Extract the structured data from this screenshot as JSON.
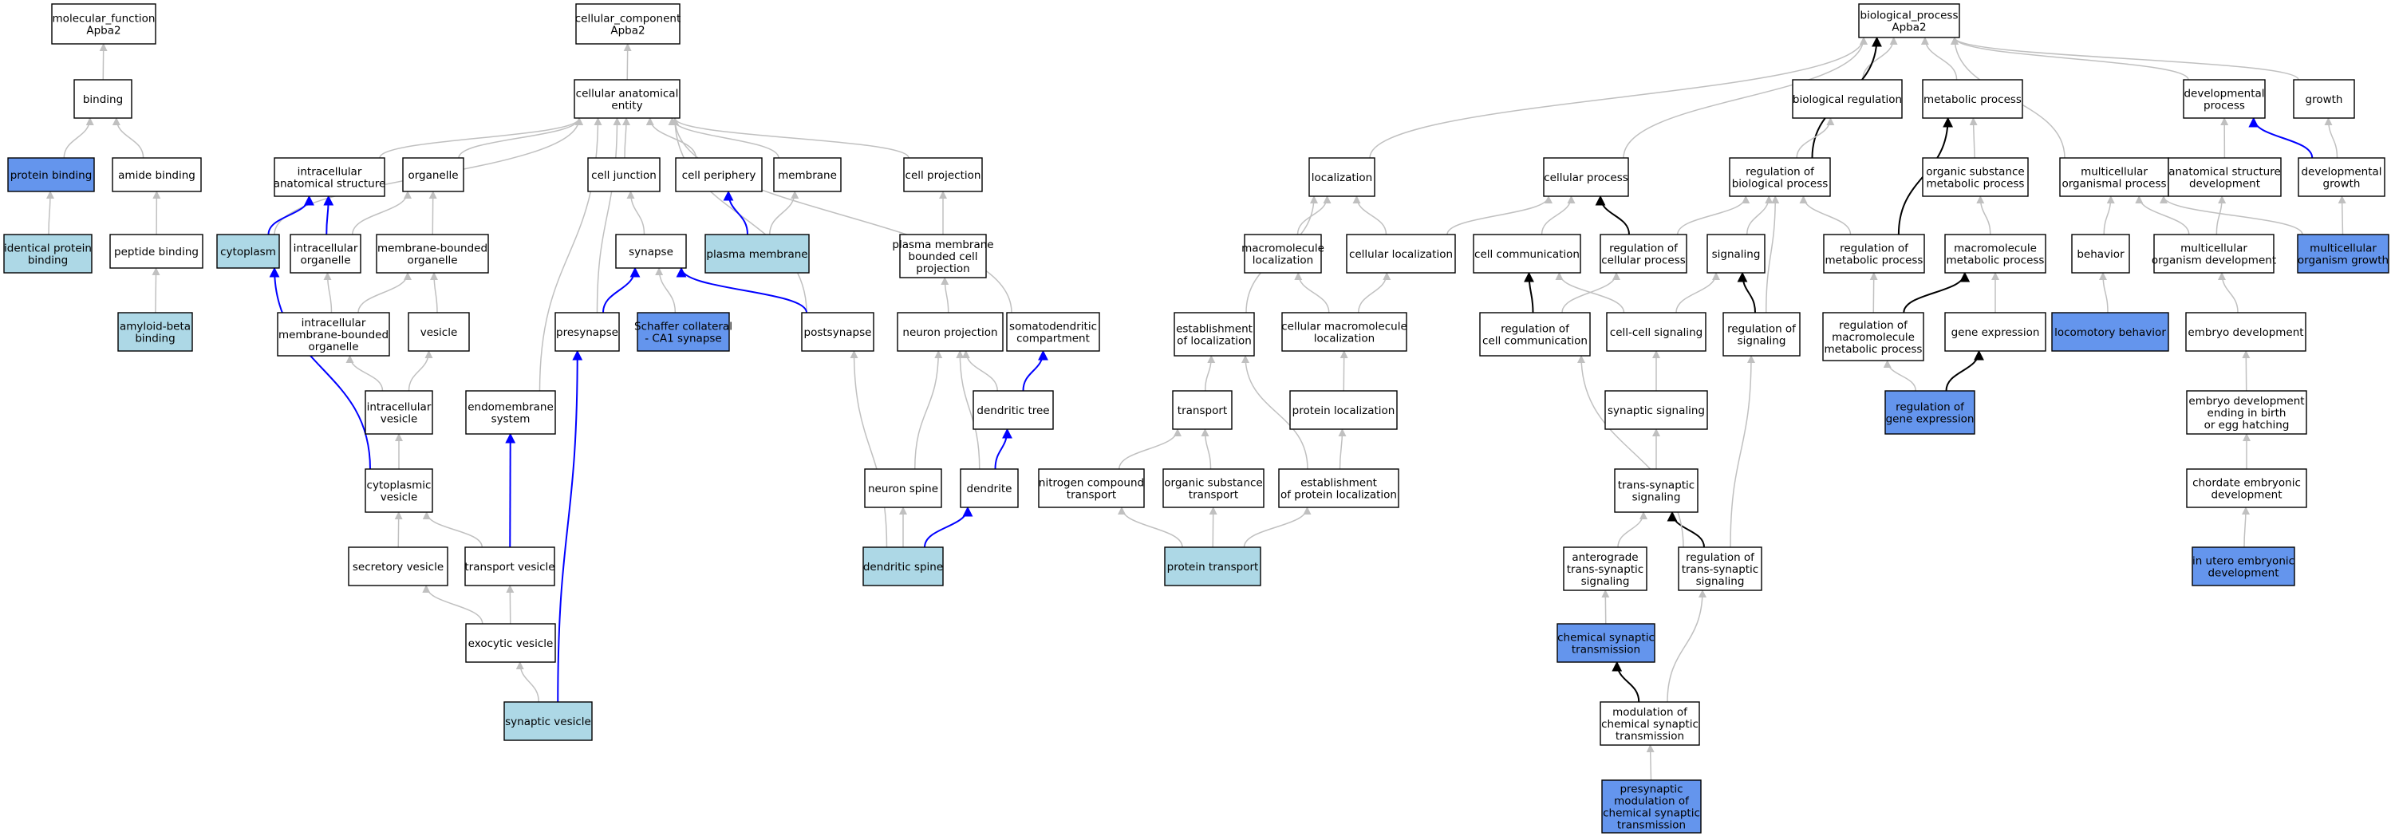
{
  "colors": {
    "plain": "#ffffff",
    "light": "#add8e6",
    "dark": "#6495ed",
    "grey": "#c0c0c0",
    "blue": "#0000ff",
    "black": "#000000"
  },
  "nodes": [
    {
      "id": "mf",
      "lines": [
        "molecular_function",
        "Apba2"
      ],
      "fill": "plain"
    },
    {
      "id": "cc",
      "lines": [
        "cellular_component",
        "Apba2"
      ],
      "fill": "plain"
    },
    {
      "id": "bp",
      "lines": [
        "biological_process",
        "Apba2"
      ],
      "fill": "plain"
    },
    {
      "id": "binding",
      "lines": [
        "binding"
      ],
      "fill": "plain"
    },
    {
      "id": "protbind",
      "lines": [
        "protein binding"
      ],
      "fill": "dark"
    },
    {
      "id": "amidebind",
      "lines": [
        "amide binding"
      ],
      "fill": "plain"
    },
    {
      "id": "idprot",
      "lines": [
        "identical protein",
        "binding"
      ],
      "fill": "light"
    },
    {
      "id": "pepbind",
      "lines": [
        "peptide binding"
      ],
      "fill": "plain"
    },
    {
      "id": "abeta",
      "lines": [
        "amyloid-beta",
        "binding"
      ],
      "fill": "light"
    },
    {
      "id": "cae",
      "lines": [
        "cellular anatomical",
        "entity"
      ],
      "fill": "plain"
    },
    {
      "id": "ias",
      "lines": [
        "intracellular",
        "anatomical structure"
      ],
      "fill": "plain"
    },
    {
      "id": "organelle",
      "lines": [
        "organelle"
      ],
      "fill": "plain"
    },
    {
      "id": "celljunc",
      "lines": [
        "cell junction"
      ],
      "fill": "plain"
    },
    {
      "id": "cellperi",
      "lines": [
        "cell periphery"
      ],
      "fill": "plain"
    },
    {
      "id": "membrane",
      "lines": [
        "membrane"
      ],
      "fill": "plain"
    },
    {
      "id": "cellproj",
      "lines": [
        "cell projection"
      ],
      "fill": "plain"
    },
    {
      "id": "cytoplasm",
      "lines": [
        "cytoplasm"
      ],
      "fill": "light"
    },
    {
      "id": "intraorg",
      "lines": [
        "intracellular",
        "organelle"
      ],
      "fill": "plain"
    },
    {
      "id": "mbo",
      "lines": [
        "membrane-bounded",
        "organelle"
      ],
      "fill": "plain"
    },
    {
      "id": "synapse",
      "lines": [
        "synapse"
      ],
      "fill": "plain"
    },
    {
      "id": "plasmamem",
      "lines": [
        "plasma membrane"
      ],
      "fill": "light"
    },
    {
      "id": "pmbcp",
      "lines": [
        "plasma membrane",
        "bounded cell",
        "projection"
      ],
      "fill": "plain"
    },
    {
      "id": "imbo",
      "lines": [
        "intracellular",
        "membrane-bounded",
        "organelle"
      ],
      "fill": "plain"
    },
    {
      "id": "vesicle",
      "lines": [
        "vesicle"
      ],
      "fill": "plain"
    },
    {
      "id": "presynapse",
      "lines": [
        "presynapse"
      ],
      "fill": "plain"
    },
    {
      "id": "schaffer",
      "lines": [
        "Schaffer collateral",
        "- CA1 synapse"
      ],
      "fill": "dark"
    },
    {
      "id": "postsynapse",
      "lines": [
        "postsynapse"
      ],
      "fill": "plain"
    },
    {
      "id": "neuronproj",
      "lines": [
        "neuron projection"
      ],
      "fill": "plain"
    },
    {
      "id": "somato",
      "lines": [
        "somatodendritic",
        "compartment"
      ],
      "fill": "plain"
    },
    {
      "id": "intravesicle",
      "lines": [
        "intracellular",
        "vesicle"
      ],
      "fill": "plain"
    },
    {
      "id": "endomem",
      "lines": [
        "endomembrane",
        "system"
      ],
      "fill": "plain"
    },
    {
      "id": "dendtree",
      "lines": [
        "dendritic tree"
      ],
      "fill": "plain"
    },
    {
      "id": "cytovesicle",
      "lines": [
        "cytoplasmic",
        "vesicle"
      ],
      "fill": "plain"
    },
    {
      "id": "neuronspine",
      "lines": [
        "neuron spine"
      ],
      "fill": "plain"
    },
    {
      "id": "dendrite",
      "lines": [
        "dendrite"
      ],
      "fill": "plain"
    },
    {
      "id": "secvesicle",
      "lines": [
        "secretory vesicle"
      ],
      "fill": "plain"
    },
    {
      "id": "transvesicle",
      "lines": [
        "transport vesicle"
      ],
      "fill": "plain"
    },
    {
      "id": "dendspine",
      "lines": [
        "dendritic spine"
      ],
      "fill": "light"
    },
    {
      "id": "exovesicle",
      "lines": [
        "exocytic vesicle"
      ],
      "fill": "plain"
    },
    {
      "id": "synvesicle",
      "lines": [
        "synaptic vesicle"
      ],
      "fill": "light"
    },
    {
      "id": "bioreg",
      "lines": [
        "biological regulation"
      ],
      "fill": "plain"
    },
    {
      "id": "metproc",
      "lines": [
        "metabolic process"
      ],
      "fill": "plain"
    },
    {
      "id": "devproc",
      "lines": [
        "developmental",
        "process"
      ],
      "fill": "plain"
    },
    {
      "id": "growth",
      "lines": [
        "growth"
      ],
      "fill": "plain"
    },
    {
      "id": "localization",
      "lines": [
        "localization"
      ],
      "fill": "plain"
    },
    {
      "id": "cellproc",
      "lines": [
        "cellular process"
      ],
      "fill": "plain"
    },
    {
      "id": "regbio",
      "lines": [
        "regulation of",
        "biological process"
      ],
      "fill": "plain"
    },
    {
      "id": "osmp",
      "lines": [
        "organic substance",
        "metabolic process"
      ],
      "fill": "plain"
    },
    {
      "id": "mcop",
      "lines": [
        "multicellular",
        "organismal process"
      ],
      "fill": "plain"
    },
    {
      "id": "asd",
      "lines": [
        "anatomical structure",
        "development"
      ],
      "fill": "plain"
    },
    {
      "id": "devgrowth",
      "lines": [
        "developmental",
        "growth"
      ],
      "fill": "plain"
    },
    {
      "id": "macroloc",
      "lines": [
        "macromolecule",
        "localization"
      ],
      "fill": "plain"
    },
    {
      "id": "cellloc",
      "lines": [
        "cellular localization"
      ],
      "fill": "plain"
    },
    {
      "id": "cellcomm",
      "lines": [
        "cell communication"
      ],
      "fill": "plain"
    },
    {
      "id": "regcellproc",
      "lines": [
        "regulation of",
        "cellular process"
      ],
      "fill": "plain"
    },
    {
      "id": "signaling",
      "lines": [
        "signaling"
      ],
      "fill": "plain"
    },
    {
      "id": "regmet",
      "lines": [
        "regulation of",
        "metabolic process"
      ],
      "fill": "plain"
    },
    {
      "id": "macromet",
      "lines": [
        "macromolecule",
        "metabolic process"
      ],
      "fill": "plain"
    },
    {
      "id": "behavior",
      "lines": [
        "behavior"
      ],
      "fill": "plain"
    },
    {
      "id": "mcod",
      "lines": [
        "multicellular",
        "organism development"
      ],
      "fill": "plain"
    },
    {
      "id": "mcog",
      "lines": [
        "multicellular",
        "organism growth"
      ],
      "fill": "dark"
    },
    {
      "id": "estloc",
      "lines": [
        "establishment",
        "of localization"
      ],
      "fill": "plain"
    },
    {
      "id": "cmloc",
      "lines": [
        "cellular macromolecule",
        "localization"
      ],
      "fill": "plain"
    },
    {
      "id": "regcellcomm",
      "lines": [
        "regulation of",
        "cell communication"
      ],
      "fill": "plain"
    },
    {
      "id": "cellcell",
      "lines": [
        "cell-cell signaling"
      ],
      "fill": "plain"
    },
    {
      "id": "regsig",
      "lines": [
        "regulation of",
        "signaling"
      ],
      "fill": "plain"
    },
    {
      "id": "regmacromet",
      "lines": [
        "regulation of",
        "macromolecule",
        "metabolic process"
      ],
      "fill": "plain"
    },
    {
      "id": "geneexp",
      "lines": [
        "gene expression"
      ],
      "fill": "plain"
    },
    {
      "id": "locomotory",
      "lines": [
        "locomotory behavior"
      ],
      "fill": "dark"
    },
    {
      "id": "embryodev",
      "lines": [
        "embryo development"
      ],
      "fill": "plain"
    },
    {
      "id": "transport",
      "lines": [
        "transport"
      ],
      "fill": "plain"
    },
    {
      "id": "protloc",
      "lines": [
        "protein localization"
      ],
      "fill": "plain"
    },
    {
      "id": "synsig",
      "lines": [
        "synaptic signaling"
      ],
      "fill": "plain"
    },
    {
      "id": "reggeneexp",
      "lines": [
        "regulation of",
        "gene expression"
      ],
      "fill": "dark"
    },
    {
      "id": "embryobirth",
      "lines": [
        "embryo development",
        "ending in birth",
        "or egg hatching"
      ],
      "fill": "plain"
    },
    {
      "id": "nitro",
      "lines": [
        "nitrogen compound",
        "transport"
      ],
      "fill": "plain"
    },
    {
      "id": "orgtrans",
      "lines": [
        "organic substance",
        "transport"
      ],
      "fill": "plain"
    },
    {
      "id": "estprotloc",
      "lines": [
        "establishment",
        "of protein localization"
      ],
      "fill": "plain"
    },
    {
      "id": "transsyn",
      "lines": [
        "trans-synaptic",
        "signaling"
      ],
      "fill": "plain"
    },
    {
      "id": "chordate",
      "lines": [
        "chordate embryonic",
        "development"
      ],
      "fill": "plain"
    },
    {
      "id": "anterograde",
      "lines": [
        "anterograde",
        "trans-synaptic",
        "signaling"
      ],
      "fill": "plain"
    },
    {
      "id": "regtranssyn",
      "lines": [
        "regulation of",
        "trans-synaptic",
        "signaling"
      ],
      "fill": "plain"
    },
    {
      "id": "prottrans",
      "lines": [
        "protein transport"
      ],
      "fill": "light"
    },
    {
      "id": "inutero",
      "lines": [
        "in utero embryonic",
        "development"
      ],
      "fill": "dark"
    },
    {
      "id": "chemsyn",
      "lines": [
        "chemical synaptic",
        "transmission"
      ],
      "fill": "dark"
    },
    {
      "id": "modchem",
      "lines": [
        "modulation of",
        "chemical synaptic",
        "transmission"
      ],
      "fill": "plain"
    },
    {
      "id": "presynmod",
      "lines": [
        "presynaptic",
        "modulation of",
        "chemical synaptic",
        "transmission"
      ],
      "fill": "dark"
    }
  ],
  "edges": [
    [
      "binding",
      "mf",
      "grey"
    ],
    [
      "protbind",
      "binding",
      "grey"
    ],
    [
      "amidebind",
      "binding",
      "grey"
    ],
    [
      "idprot",
      "protbind",
      "grey"
    ],
    [
      "pepbind",
      "amidebind",
      "grey"
    ],
    [
      "abeta",
      "pepbind",
      "grey"
    ],
    [
      "cae",
      "cc",
      "grey"
    ],
    [
      "ias",
      "cae",
      "grey"
    ],
    [
      "organelle",
      "cae",
      "grey"
    ],
    [
      "celljunc",
      "cae",
      "grey"
    ],
    [
      "cellperi",
      "cae",
      "grey"
    ],
    [
      "membrane",
      "cae",
      "grey"
    ],
    [
      "cellproj",
      "cae",
      "grey"
    ],
    [
      "cytoplasm",
      "cae",
      "grey"
    ],
    [
      "presynapse",
      "cae",
      "grey"
    ],
    [
      "postsynapse",
      "cae",
      "grey"
    ],
    [
      "somato",
      "cae",
      "grey"
    ],
    [
      "endomem",
      "cae",
      "grey"
    ],
    [
      "cytoplasm",
      "ias",
      "blue"
    ],
    [
      "intraorg",
      "ias",
      "blue"
    ],
    [
      "intraorg",
      "organelle",
      "grey"
    ],
    [
      "mbo",
      "organelle",
      "grey"
    ],
    [
      "synapse",
      "celljunc",
      "grey"
    ],
    [
      "plasmamem",
      "cellperi",
      "blue"
    ],
    [
      "plasmamem",
      "membrane",
      "grey"
    ],
    [
      "pmbcp",
      "cellproj",
      "grey"
    ],
    [
      "imbo",
      "intraorg",
      "grey"
    ],
    [
      "imbo",
      "mbo",
      "grey"
    ],
    [
      "vesicle",
      "mbo",
      "grey"
    ],
    [
      "presynapse",
      "synapse",
      "blue"
    ],
    [
      "schaffer",
      "synapse",
      "grey"
    ],
    [
      "postsynapse",
      "synapse",
      "blue"
    ],
    [
      "neuronproj",
      "pmbcp",
      "grey"
    ],
    [
      "intravesicle",
      "imbo",
      "grey"
    ],
    [
      "intravesicle",
      "vesicle",
      "grey"
    ],
    [
      "dendtree",
      "neuronproj",
      "grey"
    ],
    [
      "dendtree",
      "somato",
      "blue"
    ],
    [
      "cytovesicle",
      "intravesicle",
      "grey"
    ],
    [
      "cytovesicle",
      "cytoplasm",
      "blue"
    ],
    [
      "neuronspine",
      "neuronproj",
      "grey"
    ],
    [
      "dendrite",
      "neuronproj",
      "grey"
    ],
    [
      "dendrite",
      "dendtree",
      "blue"
    ],
    [
      "secvesicle",
      "cytovesicle",
      "grey"
    ],
    [
      "transvesicle",
      "cytovesicle",
      "grey"
    ],
    [
      "transvesicle",
      "endomem",
      "blue"
    ],
    [
      "dendspine",
      "postsynapse",
      "grey"
    ],
    [
      "dendspine",
      "neuronspine",
      "grey"
    ],
    [
      "dendspine",
      "dendrite",
      "blue"
    ],
    [
      "exovesicle",
      "secvesicle",
      "grey"
    ],
    [
      "exovesicle",
      "transvesicle",
      "grey"
    ],
    [
      "synvesicle",
      "exovesicle",
      "grey"
    ],
    [
      "synvesicle",
      "presynapse",
      "blue"
    ],
    [
      "bioreg",
      "bp",
      "grey"
    ],
    [
      "metproc",
      "bp",
      "grey"
    ],
    [
      "devproc",
      "bp",
      "grey"
    ],
    [
      "growth",
      "bp",
      "grey"
    ],
    [
      "localization",
      "bp",
      "grey"
    ],
    [
      "cellproc",
      "bp",
      "grey"
    ],
    [
      "regbio",
      "bp",
      "black"
    ],
    [
      "mcop",
      "bp",
      "grey"
    ],
    [
      "regbio",
      "bioreg",
      "grey"
    ],
    [
      "osmp",
      "metproc",
      "grey"
    ],
    [
      "asd",
      "devproc",
      "grey"
    ],
    [
      "devgrowth",
      "growth",
      "grey"
    ],
    [
      "devgrowth",
      "devproc",
      "blue"
    ],
    [
      "macroloc",
      "localization",
      "grey"
    ],
    [
      "cellloc",
      "localization",
      "grey"
    ],
    [
      "cellloc",
      "cellproc",
      "grey"
    ],
    [
      "cellcomm",
      "cellproc",
      "grey"
    ],
    [
      "regcellproc",
      "cellproc",
      "black"
    ],
    [
      "regcellproc",
      "regbio",
      "grey"
    ],
    [
      "signaling",
      "regbio",
      "grey"
    ],
    [
      "regmet",
      "regbio",
      "grey"
    ],
    [
      "regmet",
      "metproc",
      "black"
    ],
    [
      "macromet",
      "osmp",
      "grey"
    ],
    [
      "behavior",
      "mcop",
      "grey"
    ],
    [
      "mcod",
      "mcop",
      "grey"
    ],
    [
      "mcod",
      "asd",
      "grey"
    ],
    [
      "mcog",
      "devgrowth",
      "grey"
    ],
    [
      "mcog",
      "mcop",
      "grey"
    ],
    [
      "estloc",
      "localization",
      "grey"
    ],
    [
      "cmloc",
      "macroloc",
      "grey"
    ],
    [
      "cmloc",
      "cellloc",
      "grey"
    ],
    [
      "regcellcomm",
      "cellcomm",
      "black"
    ],
    [
      "regcellcomm",
      "regcellproc",
      "grey"
    ],
    [
      "cellcell",
      "cellcomm",
      "grey"
    ],
    [
      "cellcell",
      "signaling",
      "grey"
    ],
    [
      "regsig",
      "signaling",
      "black"
    ],
    [
      "regsig",
      "regbio",
      "grey"
    ],
    [
      "regmacromet",
      "regmet",
      "grey"
    ],
    [
      "regmacromet",
      "macromet",
      "black"
    ],
    [
      "geneexp",
      "macromet",
      "grey"
    ],
    [
      "locomotory",
      "behavior",
      "grey"
    ],
    [
      "embryodev",
      "mcod",
      "grey"
    ],
    [
      "transport",
      "estloc",
      "grey"
    ],
    [
      "protloc",
      "cmloc",
      "grey"
    ],
    [
      "synsig",
      "cellcell",
      "grey"
    ],
    [
      "reggeneexp",
      "regmacromet",
      "grey"
    ],
    [
      "reggeneexp",
      "geneexp",
      "black"
    ],
    [
      "embryobirth",
      "embryodev",
      "grey"
    ],
    [
      "nitro",
      "transport",
      "grey"
    ],
    [
      "orgtrans",
      "transport",
      "grey"
    ],
    [
      "estprotloc",
      "estloc",
      "grey"
    ],
    [
      "estprotloc",
      "protloc",
      "grey"
    ],
    [
      "transsyn",
      "synsig",
      "grey"
    ],
    [
      "chordate",
      "embryobirth",
      "grey"
    ],
    [
      "anterograde",
      "transsyn",
      "grey"
    ],
    [
      "regtranssyn",
      "transsyn",
      "black"
    ],
    [
      "regtranssyn",
      "regsig",
      "grey"
    ],
    [
      "regtranssyn",
      "regcellcomm",
      "grey"
    ],
    [
      "prottrans",
      "nitro",
      "grey"
    ],
    [
      "prottrans",
      "orgtrans",
      "grey"
    ],
    [
      "prottrans",
      "estprotloc",
      "grey"
    ],
    [
      "inutero",
      "chordate",
      "grey"
    ],
    [
      "chemsyn",
      "anterograde",
      "grey"
    ],
    [
      "modchem",
      "chemsyn",
      "black"
    ],
    [
      "modchem",
      "regtranssyn",
      "grey"
    ],
    [
      "presynmod",
      "modchem",
      "grey"
    ]
  ]
}
